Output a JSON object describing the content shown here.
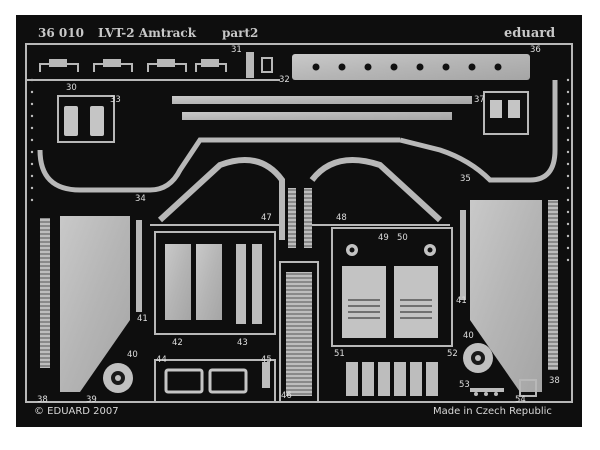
{
  "sheet": {
    "product_code": "36 010",
    "title": "LVT-2 Amtrack",
    "part_label": "part2",
    "brand": "eduard",
    "copyright": "© EDUARD 2007",
    "origin": "Made in Czech Republic"
  },
  "part_numbers": [
    "30",
    "31",
    "32",
    "33",
    "34",
    "35",
    "36",
    "37",
    "38",
    "38",
    "39",
    "40",
    "40",
    "41",
    "41",
    "42",
    "43",
    "44",
    "45",
    "46",
    "47",
    "48",
    "49",
    "50",
    "51",
    "52",
    "53",
    "54"
  ]
}
